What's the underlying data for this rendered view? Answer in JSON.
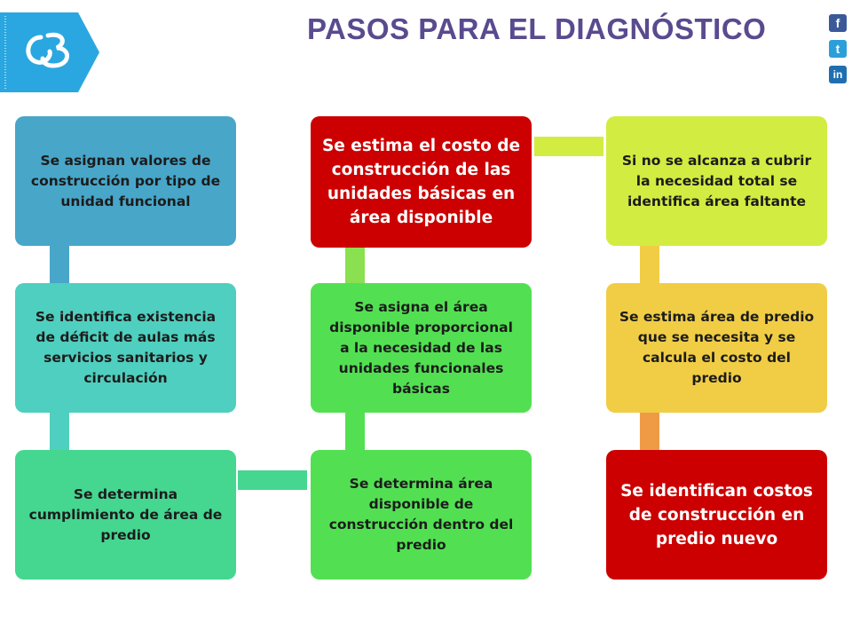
{
  "title": "PASOS PARA EL DIAGNÓSTICO",
  "social": [
    "f",
    "t",
    "in"
  ],
  "colors": {
    "title": "#5a4a8f",
    "blue": "#48a6c9",
    "teal": "#4fcfbf",
    "mint": "#45d690",
    "green": "#52e052",
    "red": "#cc0000",
    "lime": "#d2ec42",
    "yellow": "#f1cd45"
  },
  "steps": {
    "step1": "Se asignan valores de construcción por tipo de unidad funcional",
    "step2": "Se identifica existencia de  déficit de aulas más servicios sanitarios y circulación",
    "step3": "Se determina cumplimiento de área de predio",
    "step4": "Se determina área disponible de construcción dentro del predio",
    "step5": "Se asigna el área disponible proporcional  a la necesidad de las unidades funcionales básicas",
    "step6": "Se estima el costo de construcción de las unidades básicas en área disponible",
    "step7": "Si no se alcanza a cubrir la necesidad total se identifica área faltante",
    "step8": "Se estima área de predio que se necesita y se calcula el costo del predio",
    "step9": "Se identifican costos de construcción en predio nuevo"
  }
}
